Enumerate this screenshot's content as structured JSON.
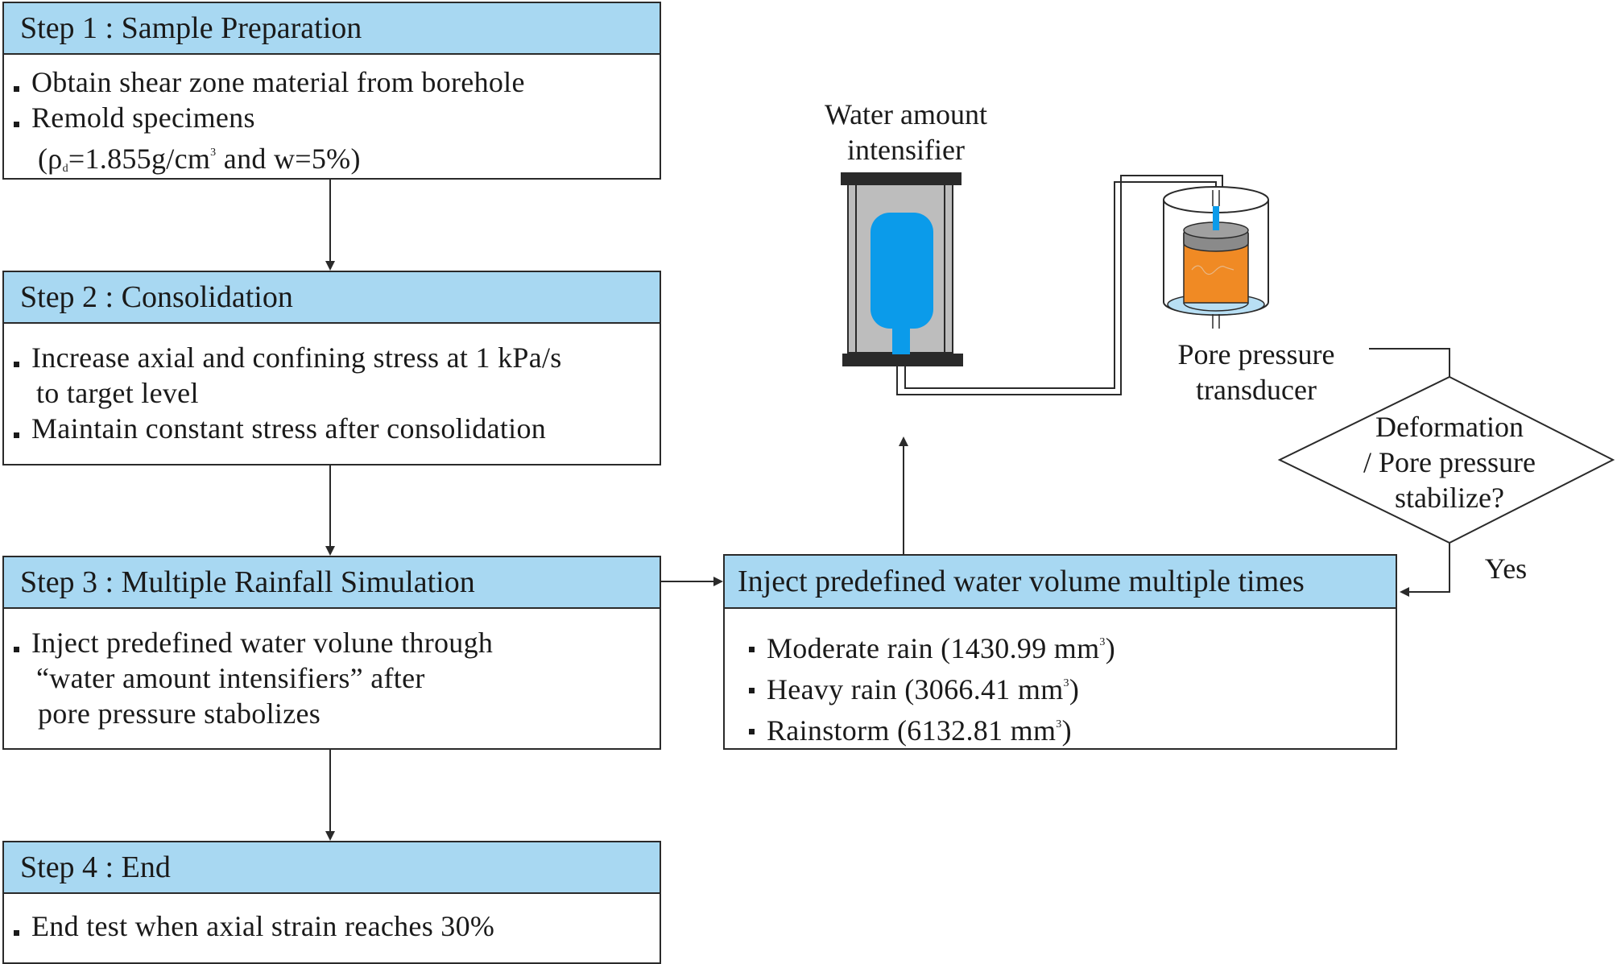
{
  "step1": {
    "header": "Step 1 : Sample Preparation",
    "line1": "Obtain shear zone material from borehole",
    "line2": "Remold specimens",
    "line3_open": "(ρ",
    "line3_sub": "d",
    "line3_mid": "=1.855g/cm",
    "line3_sup": "3",
    "line3_end": " and w=5%)"
  },
  "step2": {
    "header": "Step 2 : Consolidation",
    "line1": "Increase axial and confining stress at 1 kPa/s",
    "line1_cont": "to target level",
    "line2": "Maintain constant stress after consolidation"
  },
  "step3": {
    "header": "Step 3 : Multiple Rainfall Simulation",
    "line1": "Inject predefined water volune through",
    "line1_cont": "“water amount intensifiers”  after",
    "line1_cont2": "pore pressure stabolizes"
  },
  "step4": {
    "header": "Step 4 : End",
    "line1": "End test when axial strain reaches 30%"
  },
  "inject": {
    "header": "Inject predefined water volume multiple times",
    "items": [
      {
        "label": "Moderate rain (1430.99 mm",
        "sup": "3",
        "end": ")"
      },
      {
        "label": "Heavy rain (3066.41 mm",
        "sup": "3",
        "end": ")"
      },
      {
        "label": "Rainstorm (6132.81 mm",
        "sup": "3",
        "end": ")"
      }
    ]
  },
  "apparatus": {
    "intensifier_line1": "Water amount",
    "intensifier_line2": "intensifier",
    "transducer_line1": "Pore pressure",
    "transducer_line2": "transducer"
  },
  "decision": {
    "line1": "Deformation",
    "line2": "/ Pore pressure",
    "line3": "stabilize?",
    "yes": "Yes"
  },
  "colors": {
    "header_fill": "#a8d8f2",
    "water_blue": "#0b9bea",
    "sample_orange": "#f08a24",
    "frame_gray": "#bdbdbd",
    "plate_dark": "#2a2a2a"
  }
}
